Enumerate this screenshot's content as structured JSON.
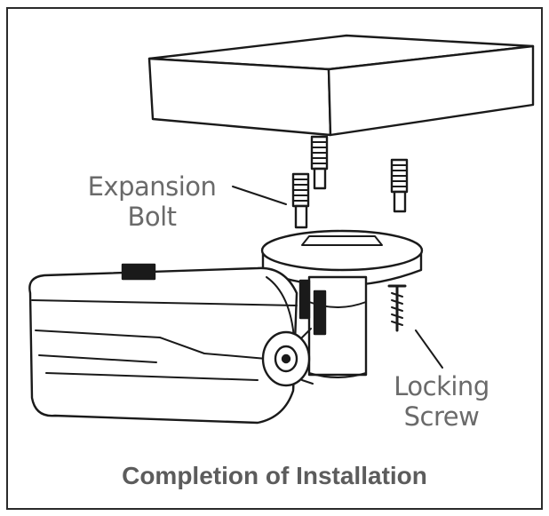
{
  "labels": {
    "expansion_bolt_line1": "Expansion",
    "expansion_bolt_line2": "Bolt",
    "locking_screw_line1": "Locking",
    "locking_screw_line2": "Screw"
  },
  "caption": "Completion of Installation",
  "colors": {
    "stroke": "#1a1a1a",
    "label": "#6a6a6a",
    "caption": "#5c5c5c"
  }
}
